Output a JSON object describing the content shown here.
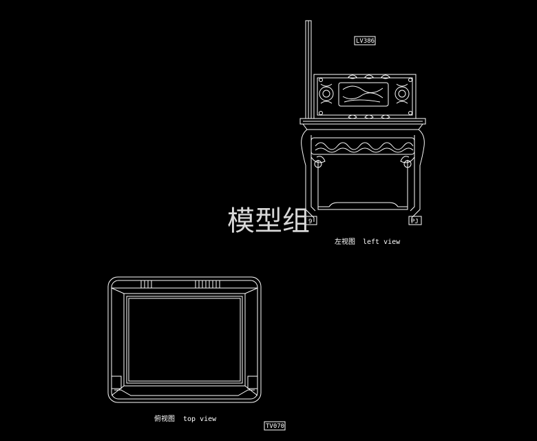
{
  "drawing": {
    "background": "#000000",
    "line_color": "#ffffff",
    "watermark": "模型组",
    "left_view": {
      "tag": "LV386",
      "caption_cn": "左视图",
      "caption_en": "left view",
      "foot_mark_left": "9",
      "foot_mark_right": "PJ"
    },
    "top_view": {
      "tag": "TV070",
      "caption_cn": "俯视图",
      "caption_en": "top view"
    }
  }
}
